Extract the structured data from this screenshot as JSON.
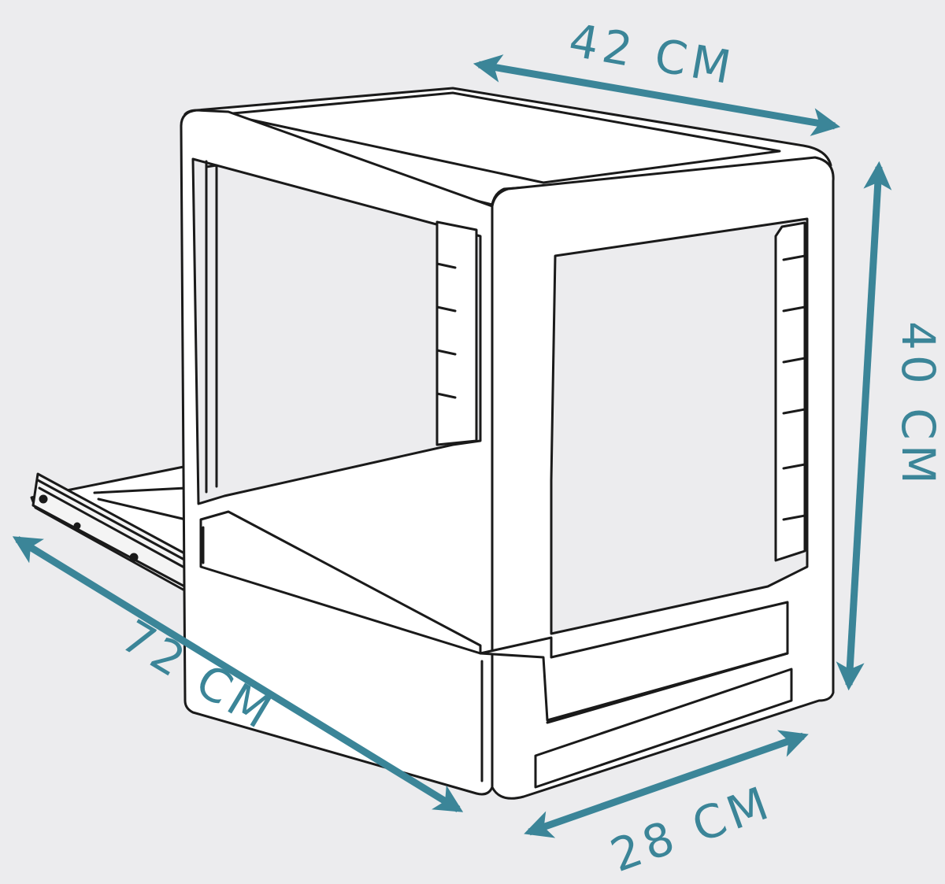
{
  "colors": {
    "background": "#ececee",
    "accent": "#3b8598",
    "outline": "#1a1a1a",
    "surface": "#ffffff"
  },
  "dimensions": {
    "width_top": "42 CM",
    "height": "40 CM",
    "depth": "72 CM",
    "width_front": "28 CM"
  }
}
